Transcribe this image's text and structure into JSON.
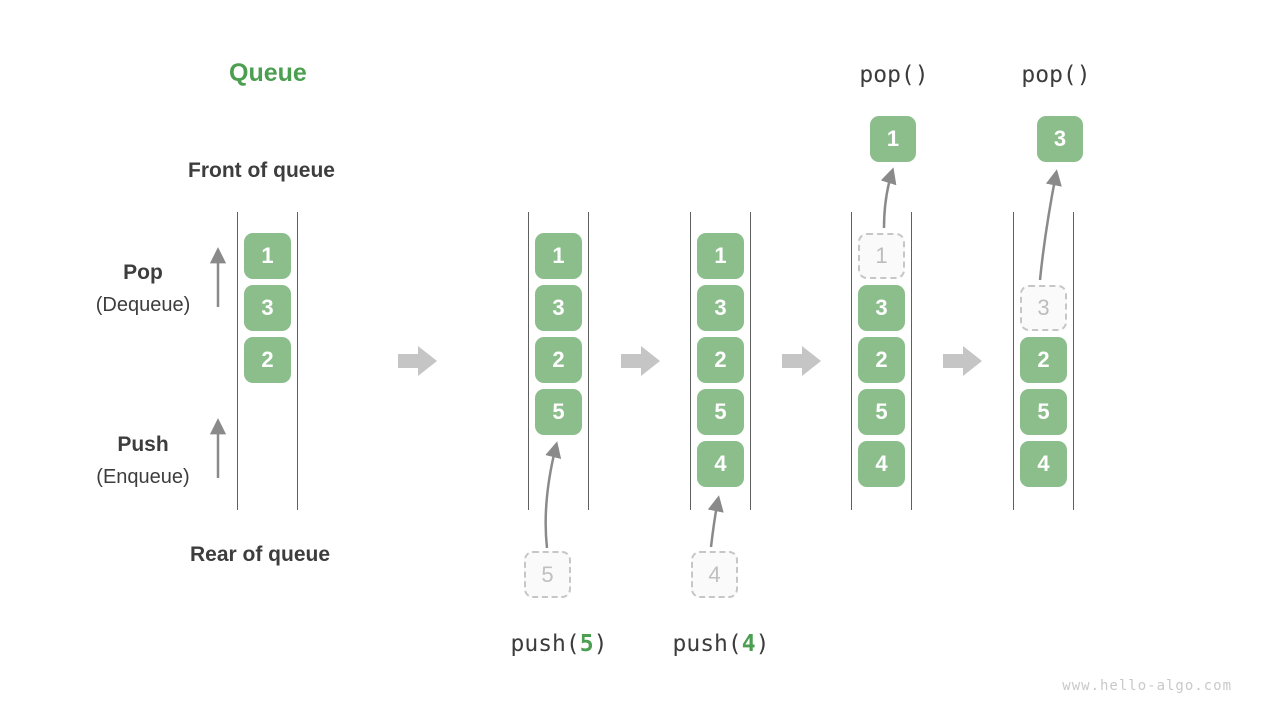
{
  "title": "Queue",
  "colors": {
    "accent_green": "#4c9e50",
    "box_green": "#8cbe8c",
    "text_dark": "#3d3d3d",
    "block_arrow_gray": "#c5c5c5",
    "line_arrow_gray": "#8a8a8a",
    "ghost_gray": "#bdbdbd"
  },
  "legend": {
    "front_label": "Front of queue",
    "rear_label": "Rear of queue",
    "pop_word": "Pop",
    "pop_sub": "(Dequeue)",
    "push_word": "Push",
    "push_sub": "(Enqueue)"
  },
  "states": [
    {
      "queue": [
        {
          "v": "1",
          "row": 0,
          "ghost": false
        },
        {
          "v": "3",
          "row": 1,
          "ghost": false
        },
        {
          "v": "2",
          "row": 2,
          "ghost": false
        }
      ]
    },
    {
      "queue": [
        {
          "v": "1",
          "row": 0,
          "ghost": false
        },
        {
          "v": "3",
          "row": 1,
          "ghost": false
        },
        {
          "v": "2",
          "row": 2,
          "ghost": false
        },
        {
          "v": "5",
          "row": 3,
          "ghost": false
        }
      ],
      "incoming": "5",
      "op": {
        "type": "push",
        "prefix": "push(",
        "arg": "5",
        "suffix": ")"
      }
    },
    {
      "queue": [
        {
          "v": "1",
          "row": 0,
          "ghost": false
        },
        {
          "v": "3",
          "row": 1,
          "ghost": false
        },
        {
          "v": "2",
          "row": 2,
          "ghost": false
        },
        {
          "v": "5",
          "row": 3,
          "ghost": false
        },
        {
          "v": "4",
          "row": 4,
          "ghost": false
        }
      ],
      "incoming": "4",
      "op": {
        "type": "push",
        "prefix": "push(",
        "arg": "4",
        "suffix": ")"
      }
    },
    {
      "queue": [
        {
          "v": "1",
          "row": 0,
          "ghost": true
        },
        {
          "v": "3",
          "row": 1,
          "ghost": false
        },
        {
          "v": "2",
          "row": 2,
          "ghost": false
        },
        {
          "v": "5",
          "row": 3,
          "ghost": false
        },
        {
          "v": "4",
          "row": 4,
          "ghost": false
        }
      ],
      "outgoing": "1",
      "op": {
        "type": "pop",
        "label": "pop()"
      }
    },
    {
      "queue": [
        {
          "v": "3",
          "row": 1,
          "ghost": true
        },
        {
          "v": "2",
          "row": 2,
          "ghost": false
        },
        {
          "v": "5",
          "row": 3,
          "ghost": false
        },
        {
          "v": "4",
          "row": 4,
          "ghost": false
        }
      ],
      "outgoing": "3",
      "op": {
        "type": "pop",
        "label": "pop()"
      }
    }
  ],
  "watermark": "www.hello-algo.com"
}
